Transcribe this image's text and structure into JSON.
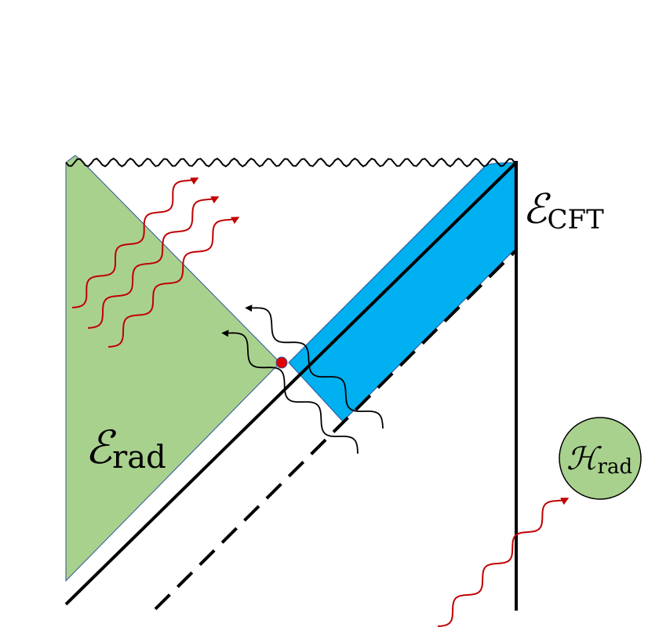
{
  "labels": {
    "rad_region": {
      "symbol": "ℰ",
      "subscript": "rad"
    },
    "cft_region": {
      "symbol": "ℰ",
      "subscript": "CFT"
    },
    "hilbert_space": {
      "symbol": "ℋ",
      "subscript": "rad"
    }
  },
  "colors": {
    "green_region": "#a9d18e",
    "blue_region": "#00b0f0",
    "radiation_wave": "#c00000",
    "black": "#000000",
    "point": "#e00000"
  }
}
